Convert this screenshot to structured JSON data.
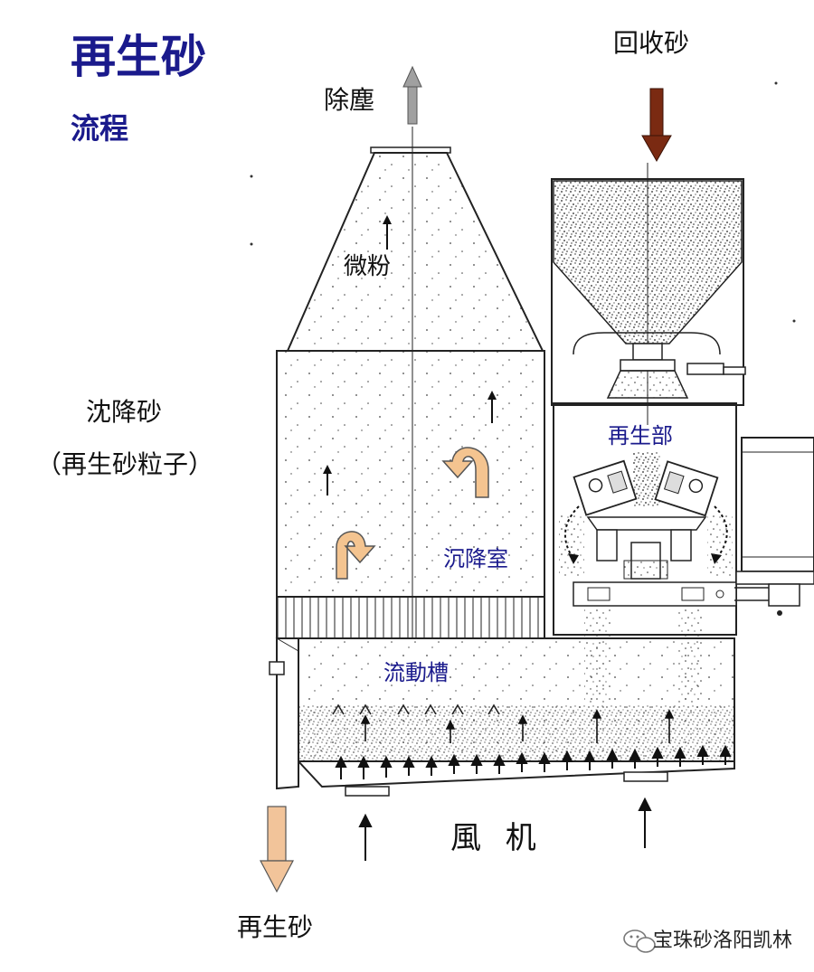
{
  "title": "再生砂",
  "subtitle": "流程",
  "labels": {
    "dust_removal": "除塵",
    "recovered_sand": "回收砂",
    "fine_powder": "微粉",
    "settled_sand": "沈降砂",
    "settled_sand_note": "（再生砂粒子）",
    "regeneration_unit": "再生部",
    "settling_chamber": "沉降室",
    "fluidizing_trough": "流動槽",
    "fan": "風 机",
    "regenerated_sand": "再生砂"
  },
  "watermark": {
    "text": "宝珠砂洛阳凯林",
    "icon": "wechat-icon"
  },
  "colors": {
    "title_blue": "#1a1a8c",
    "dust_arrow": "#a0a0a0",
    "recovered_arrow": "#7a2a12",
    "output_arrow": "#f2c49a",
    "swirl_arrow": "#f4c490"
  }
}
